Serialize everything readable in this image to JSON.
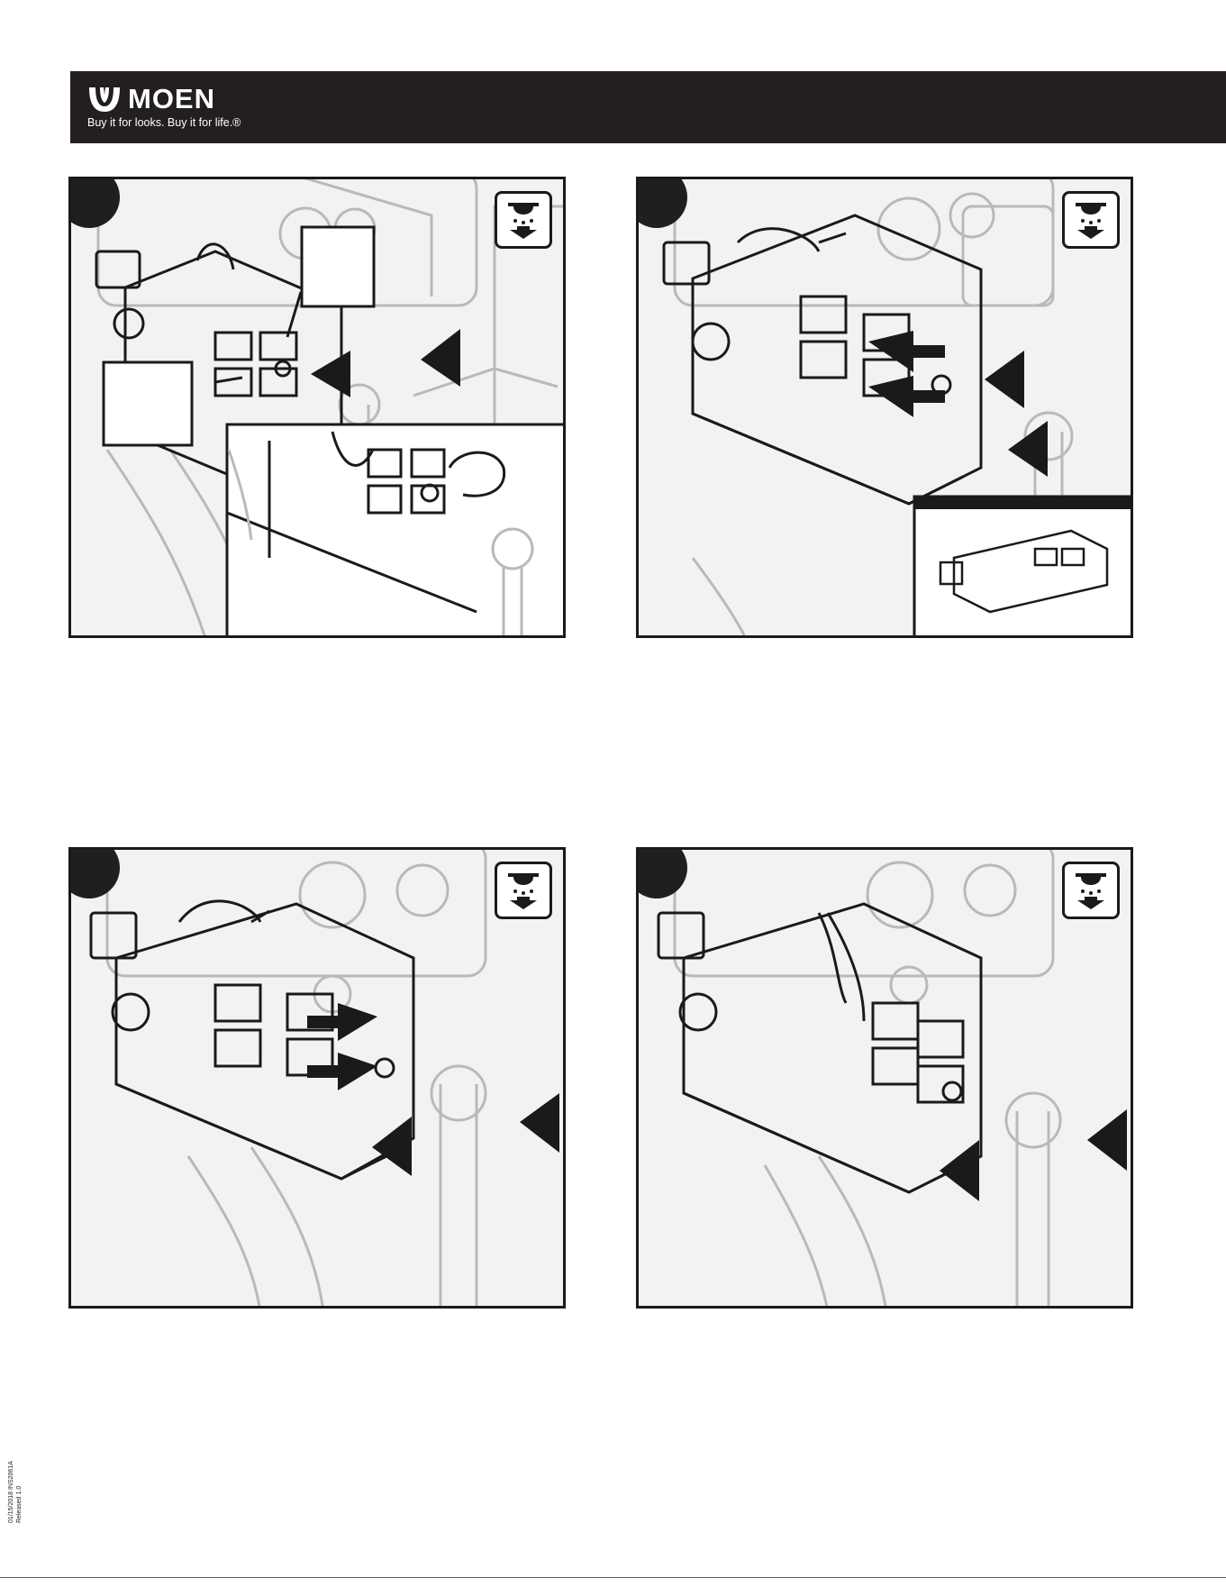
{
  "header": {
    "brand_name": "MOEN",
    "tagline": "Buy it for looks. Buy it for life.®",
    "logo_icon": "moen-leaf-logo-icon",
    "background": "#231f20"
  },
  "panels": [
    {
      "id": "panel-1",
      "warning_icon": "shutoff-water-icon",
      "has_inset": true,
      "callout_boxes": 2
    },
    {
      "id": "panel-2",
      "warning_icon": "shutoff-water-icon",
      "has_inset": true,
      "callout_boxes": 0
    },
    {
      "id": "panel-3",
      "warning_icon": "shutoff-water-icon",
      "has_inset": false,
      "callout_boxes": 0
    },
    {
      "id": "panel-4",
      "warning_icon": "shutoff-water-icon",
      "has_inset": false,
      "callout_boxes": 0
    }
  ],
  "footer": {
    "code_line1": "01/15/2018  INS2061A",
    "code_line2": "Released 1.0"
  }
}
